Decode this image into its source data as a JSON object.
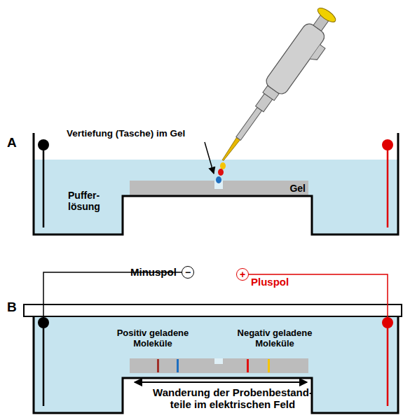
{
  "diagram": {
    "nodes": [
      {
        "text": [
          "Gel"
        ]
      },
      {
        "text": [
          "−"
        ]
      },
      {
        "text": [
          "+"
        ]
      }
    ],
    "labels": [
      "A",
      "Vertiefung (Tasche) im Gel",
      "Puffer- lösung",
      "B",
      "Minuspol",
      "Pluspol",
      "Positiv geladene Moleküle",
      "Negativ geladene Moleküle",
      "Wanderung der Probenbestand- teile im elektrischen Feld"
    ]
  }
}
